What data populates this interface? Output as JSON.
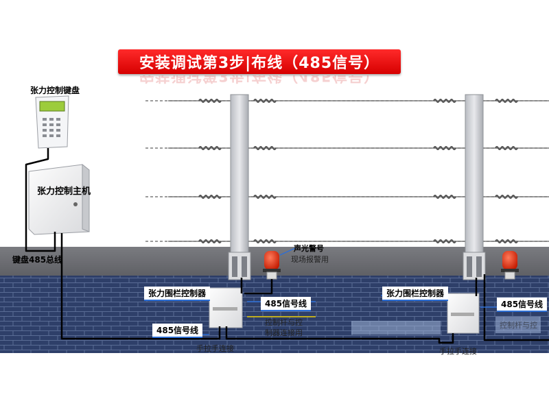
{
  "title": "安装调试第3步|布线（485信号）",
  "labels": {
    "keypad": "张力控制键盘",
    "host": "张力控制主机",
    "keypad_bus": "键盘485总线",
    "alarm": "声光警号",
    "alarm_sub": "现场报警用",
    "fence_controller_left": "张力围栏控制器",
    "fence_controller_right": "张力围栏控制器",
    "signal_right_left": "485信号线",
    "signal_bottom_left": "485信号线",
    "signal_right_right": "485信号线",
    "pole_link": "控制杆与控",
    "pole_link_2": "制器连接用",
    "pull_link_left": "手拉手连接",
    "pull_link_right": "手拉手连接",
    "pole_link_right": "控制杆与控"
  },
  "colors": {
    "banner": "#e00000",
    "wall": "#2c3e66",
    "sky_ground": "#6e6e74",
    "wire": "#000000",
    "tag_border_blue": "#2d6fd6",
    "tag_underline": "#e6c800"
  }
}
